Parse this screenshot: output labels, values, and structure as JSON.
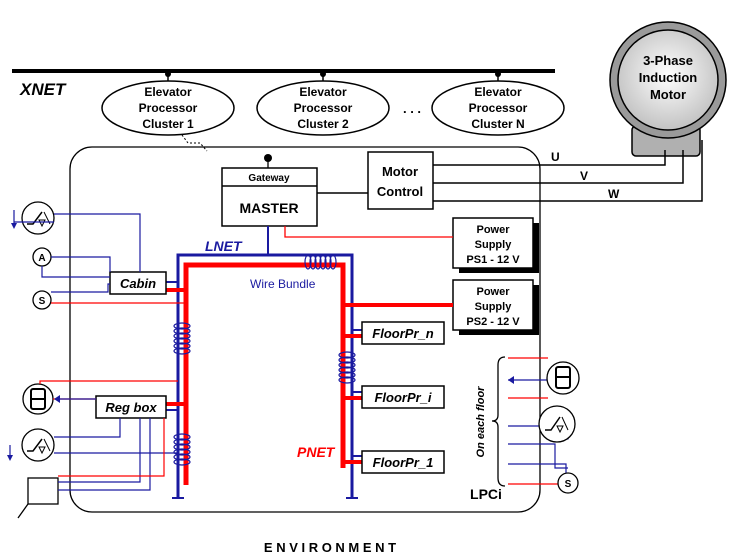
{
  "xnet_label": "XNET",
  "clusters": [
    {
      "line1": "Elevator",
      "line2": "Processor",
      "line3": "Cluster 1"
    },
    {
      "line1": "Elevator",
      "line2": "Processor",
      "line3": "Cluster 2"
    },
    {
      "line1": "Elevator",
      "line2": "Processor",
      "line3": "Cluster N"
    }
  ],
  "cluster_ellipsis": ". . .",
  "motor": {
    "line1": "3-Phase",
    "line2": "Induction",
    "line3": "Motor"
  },
  "phases": {
    "u": "U",
    "v": "V",
    "w": "W"
  },
  "gateway_label": "Gateway",
  "master_label": "MASTER",
  "motor_control": {
    "line1": "Motor",
    "line2": "Control"
  },
  "power_supply_1": {
    "line1": "Power",
    "line2": "Supply",
    "line3": "PS1 - 12 V"
  },
  "power_supply_2": {
    "line1": "Power",
    "line2": "Supply",
    "line3": "PS2 - 12 V"
  },
  "lnet_label": "LNET",
  "pnet_label": "PNET",
  "wire_bundle_label": "Wire Bundle",
  "cabin_label": "Cabin",
  "regbox_label": "Reg box",
  "floor_nodes": {
    "n": "FloorPr_n",
    "i": "FloorPr_i",
    "one": "FloorPr_1"
  },
  "on_each_floor_label": "On each floor",
  "lpci_label": "LPCi",
  "environment_label": "E N V I R O N M E N T",
  "circle_labels": {
    "a": "A",
    "s": "S",
    "digit": "8"
  },
  "colors": {
    "lnet": "#1a1aa0",
    "pnet": "#ff0000",
    "pnet_label": "#ff0000",
    "lnet_label": "#1a1aa0",
    "wire_bundle": "#1a1aa0"
  }
}
